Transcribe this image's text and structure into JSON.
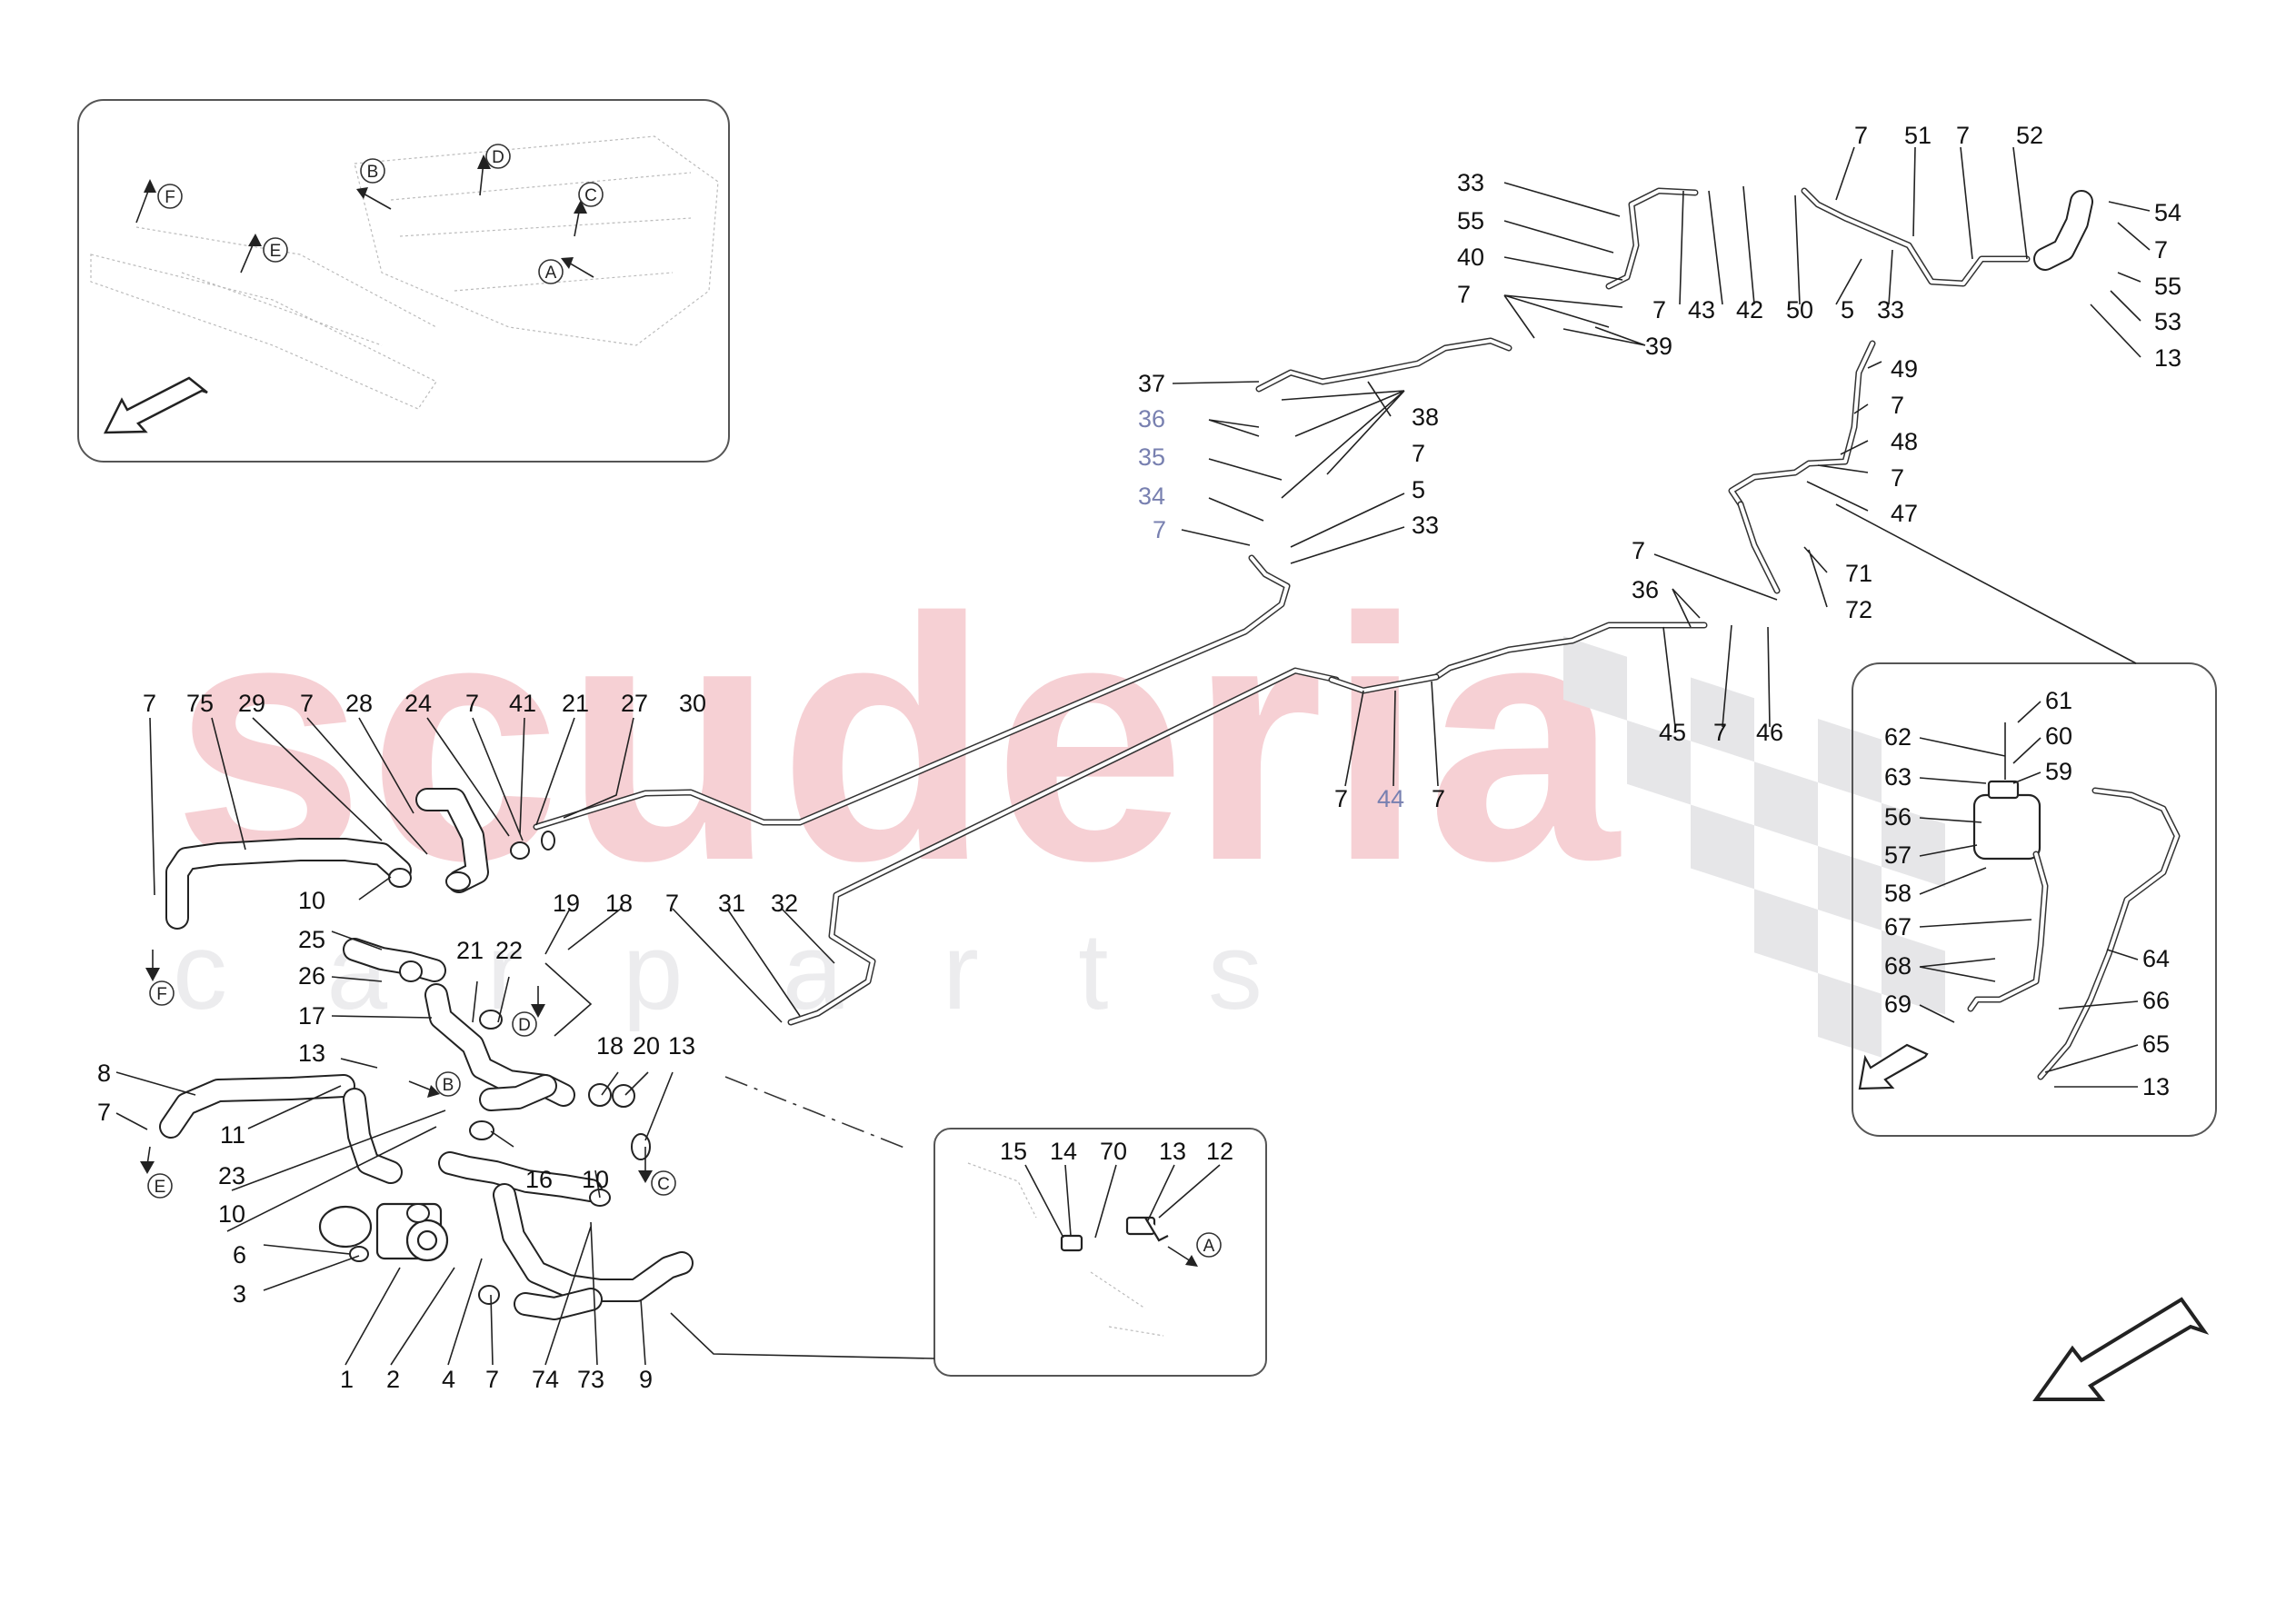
{
  "watermark": {
    "brand": "scuderia",
    "sub": "c a r   p a r t s"
  },
  "inset_locator": {
    "arrows": [
      "F",
      "E",
      "B",
      "D",
      "C",
      "A"
    ]
  },
  "inset_detail": {
    "labels": [
      "15",
      "14",
      "70",
      "13",
      "12"
    ],
    "arrow": "A"
  },
  "inset_reservoir": {
    "labels": [
      "61",
      "62",
      "60",
      "63",
      "59",
      "56",
      "57",
      "58",
      "67",
      "64",
      "68",
      "66",
      "69",
      "65",
      "13"
    ]
  },
  "callouts": {
    "top_right": [
      "33",
      "55",
      "40",
      "7",
      "7",
      "43",
      "42",
      "50",
      "7",
      "51",
      "7",
      "52",
      "54",
      "7",
      "55",
      "53",
      "13",
      "5",
      "33",
      "39"
    ],
    "mid": [
      "37",
      "38",
      "36",
      "35",
      "34",
      "7",
      "7",
      "5",
      "33",
      "49",
      "7",
      "48",
      "7",
      "47",
      "71",
      "72",
      "7",
      "36",
      "45",
      "7",
      "46",
      "7",
      "44",
      "7"
    ],
    "left": [
      "7",
      "75",
      "29",
      "7",
      "28",
      "24",
      "7",
      "41",
      "21",
      "27",
      "30",
      "10",
      "19",
      "18",
      "7",
      "31",
      "32",
      "25",
      "26",
      "21",
      "22",
      "17",
      "8",
      "13",
      "7",
      "11",
      "18",
      "20",
      "13",
      "23",
      "16",
      "10",
      "10",
      "6",
      "3",
      "1",
      "2",
      "4",
      "7",
      "74",
      "73",
      "9"
    ]
  },
  "flow_markers": [
    "F",
    "E",
    "B",
    "D",
    "C"
  ]
}
